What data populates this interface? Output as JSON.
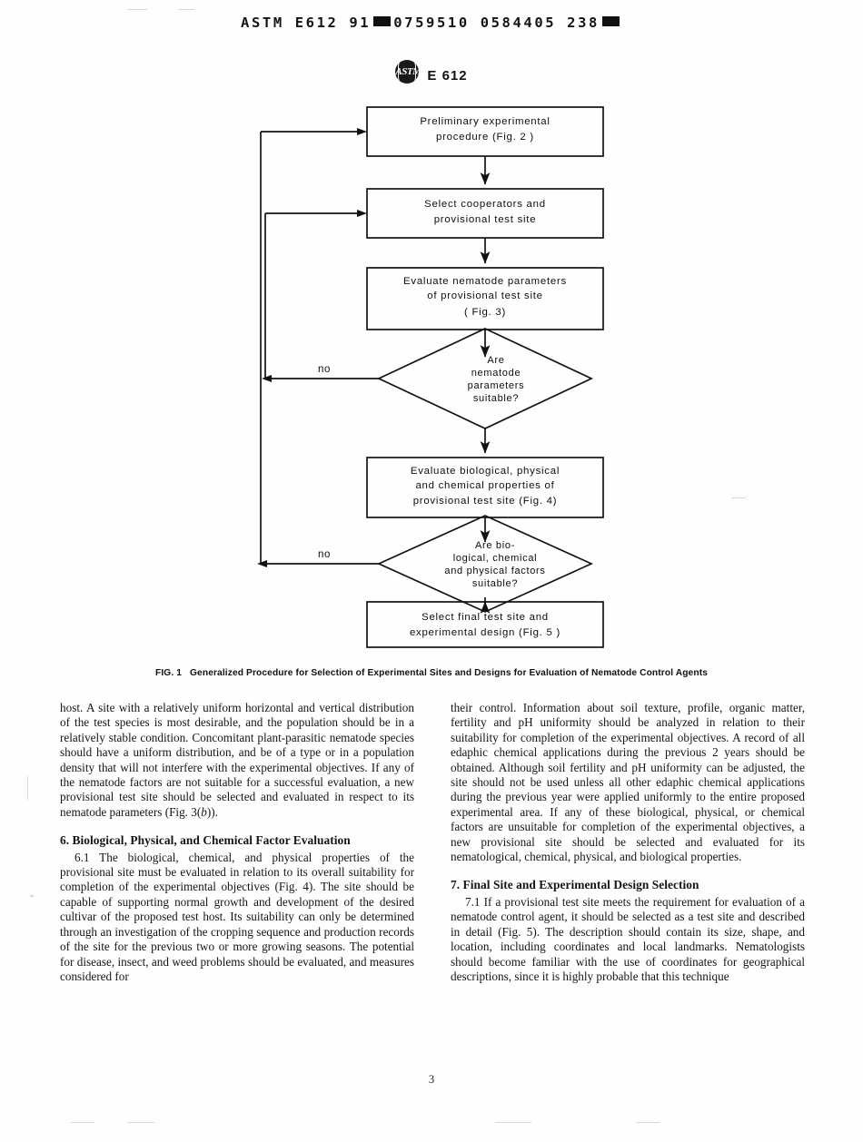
{
  "header": {
    "ocr_line": "ASTM E612 91",
    "ocr_numbers": "0759510 0584405 238",
    "spec_logo_text": "ASTM",
    "spec_number": "E 612"
  },
  "figure": {
    "caption_number": "FIG. 1",
    "caption_text": "Generalized Procedure for Selection of Experimental Sites and Designs for Evaluation of Nematode Control Agents",
    "nodes": [
      {
        "id": "box1",
        "type": "process",
        "lines": [
          "Preliminary experimental",
          "procedure (Fig. 2 )"
        ]
      },
      {
        "id": "box2",
        "type": "process",
        "lines": [
          "Select cooperators and",
          "provisional test site"
        ]
      },
      {
        "id": "box3",
        "type": "process",
        "lines": [
          "Evaluate nematode parameters",
          "of provisional test site",
          "( Fig. 3)"
        ]
      },
      {
        "id": "diamond1",
        "type": "decision",
        "lines": [
          "Are",
          "nematode",
          "parameters",
          "suitable?"
        ]
      },
      {
        "id": "box4",
        "type": "process",
        "lines": [
          "Evaluate biological, physical",
          "and chemical properties of",
          "provisional test site  (Fig. 4)"
        ]
      },
      {
        "id": "diamond2",
        "type": "decision",
        "lines": [
          "Are bio-",
          "logical, chemical",
          "and physical factors",
          "suitable?"
        ]
      },
      {
        "id": "box5",
        "type": "process",
        "lines": [
          "Select final test site and",
          "experimental design (Fig. 5 )"
        ]
      }
    ],
    "edge_labels": {
      "no_1": "no",
      "no_2": "no"
    }
  },
  "body": {
    "left_column": {
      "paragraph_1": "host. A site with a relatively uniform horizontal and vertical distribution of the test species is most desirable, and the population should be in a relatively stable condition. Concomitant plant-parasitic nematode species should have a uniform distribution, and be of a type or in a population density that will not interfere with the experimental objectives. If any of the nematode factors are not suitable for a successful evaluation, a new provisional test site should be selected and evaluated in respect to its nematode parameters",
      "paragraph_1_tail_pre": "(Fig. 3(",
      "paragraph_1_tail_it": "b",
      "paragraph_1_tail_post": ")).",
      "heading_6": "6. Biological, Physical, and Chemical Factor Evaluation",
      "paragraph_6_1": "6.1 The biological, chemical, and physical properties of the provisional site must be evaluated in relation to its overall suitability for completion of the experimental objectives (Fig. 4). The site should be capable of supporting normal growth and development of the desired cultivar of the proposed test host. Its suitability can only be determined through an investigation of the cropping sequence and production records of the site for the previous two or more growing seasons. The potential for disease, insect, and weed problems should be evaluated, and measures considered for"
    },
    "right_column": {
      "paragraph_1": "their control. Information about soil texture, profile, organic matter, fertility and pH uniformity should be analyzed in relation to their suitability for completion of the experimental objectives. A record of all edaphic chemical applications during the previous 2 years should be obtained. Although soil fertility and pH uniformity can be adjusted, the site should not be used unless all other edaphic chemical applications during the previous year were applied uniformly to the entire proposed experimental area. If any of these biological, physical, or chemical factors are unsuitable for",
      "paragraph_1_cont": "completion of the experimental objectives, a new provisional site should be selected and evaluated for its nematological, chemical, physical, and biological properties.",
      "heading_7": "7. Final Site and Experimental Design Selection",
      "paragraph_7_1": "7.1 If a provisional test site meets the requirement for evaluation of a nematode control agent, it should be selected as a test site and described in detail (Fig. 5). The description should contain its size, shape, and location, including coordinates and local landmarks. Nematologists should become familiar with the use of coordinates for geographical descriptions, since it is highly probable that this technique"
    }
  },
  "footer": {
    "page_number": "3"
  }
}
